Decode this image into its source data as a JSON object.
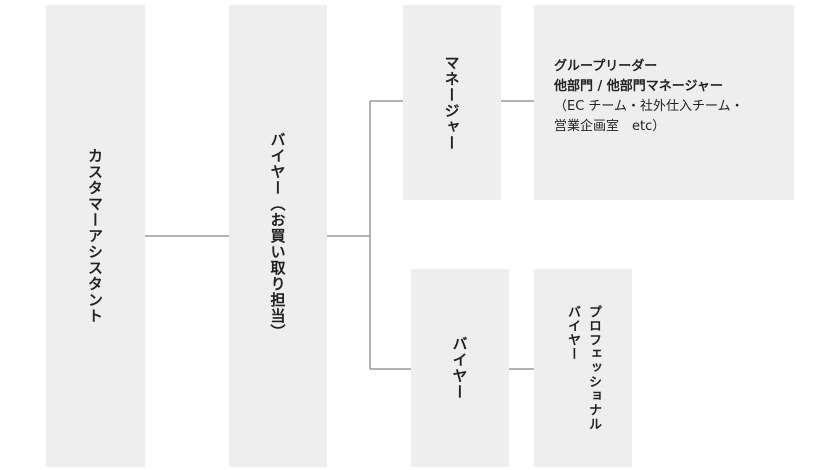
{
  "diagram": {
    "nodes": {
      "customer_assistant": "カスタマーアシスタント",
      "buyer_purchasing": "バイヤー（お買い取り担当）",
      "manager": "マネージャー",
      "buyer": "バイヤー",
      "group_leader": {
        "line1": "グループリーダー",
        "line2": "他部門 / 他部門マネージャー",
        "line3": "（EC チーム・社外仕入チーム・",
        "line4": "営業企画室　etc）"
      },
      "professional_buyer": {
        "line1": "プロフェッショナル",
        "line2": "バイヤー"
      }
    }
  }
}
